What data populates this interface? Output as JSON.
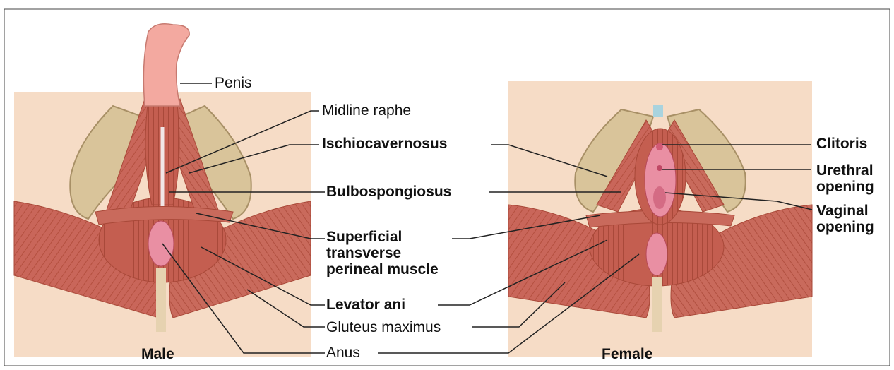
{
  "labels": {
    "penis": "Penis",
    "midline_raphe": "Midline raphe",
    "ischiocavernosus": "Ischiocavernosus",
    "bulbospongiosus": "Bulbospongiosus",
    "superficial_transverse": [
      "Superficial",
      "transverse",
      "perineal muscle"
    ],
    "levator_ani": "Levator ani",
    "gluteus_maximus": "Gluteus maximus",
    "anus": "Anus",
    "clitoris": "Clitoris",
    "urethral_opening": [
      "Urethral",
      "opening"
    ],
    "vaginal_opening": [
      "Vaginal",
      "opening"
    ]
  },
  "captions": {
    "male": "Male",
    "female": "Female"
  },
  "colors": {
    "muscle": "#c9665a",
    "muscle_dark": "#a84838",
    "bone": "#d9c49a",
    "skin": "#f6dcc6",
    "mucosa": "#e98fa3",
    "leader_line": "#222222"
  }
}
